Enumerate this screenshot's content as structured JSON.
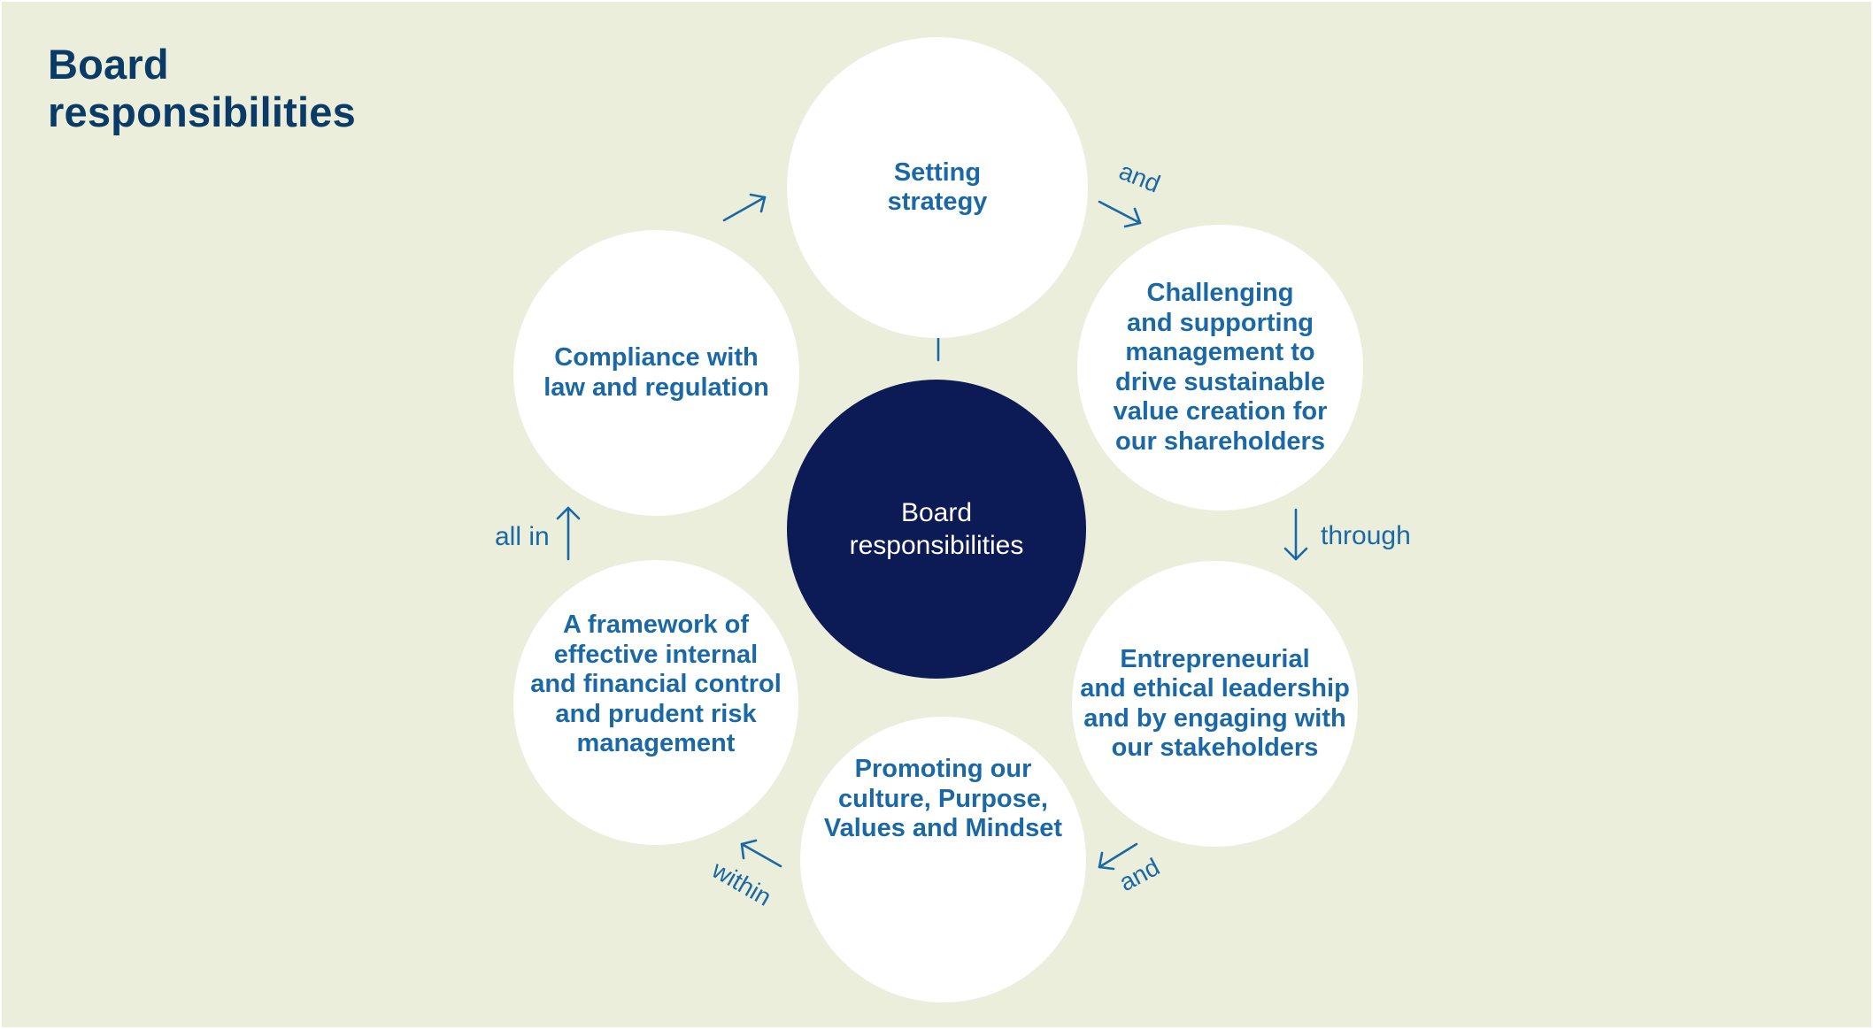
{
  "title": [
    "Board",
    "responsibilities"
  ],
  "center": {
    "lines": [
      "Board",
      "responsibilities"
    ]
  },
  "nodes": [
    {
      "id": "setting-strategy",
      "lines": [
        "Setting",
        "strategy"
      ]
    },
    {
      "id": "challenging",
      "lines": [
        "Challenging",
        "and supporting",
        "management to",
        "drive sustainable",
        "value creation for",
        "our shareholders"
      ]
    },
    {
      "id": "entrepreneurial",
      "lines": [
        "Entrepreneurial",
        "and ethical leadership",
        "and by engaging with",
        "our stakeholders"
      ]
    },
    {
      "id": "promoting",
      "lines": [
        "Promoting our",
        "culture, Purpose,",
        "Values and Mindset"
      ]
    },
    {
      "id": "framework",
      "lines": [
        "A framework of",
        "effective internal",
        "and financial control",
        "and prudent risk",
        "management"
      ]
    },
    {
      "id": "compliance",
      "lines": [
        "Compliance with",
        "law and regulation"
      ]
    }
  ],
  "connectors": {
    "and_top": "and",
    "through": "through",
    "and_bottom": "and",
    "within": "within",
    "all_in": "all in"
  },
  "colors": {
    "background": "#eaeedb",
    "title": "#0a3b66",
    "node_text": "#1a69a6",
    "center_fill": "#0c1a56",
    "arrow": "#1a69a6"
  },
  "icons": [
    "arrow-up-icon",
    "arrow-down-right-icon",
    "arrow-down-icon",
    "arrow-down-left-icon",
    "arrow-up-left-icon",
    "arrow-up-right-icon"
  ]
}
